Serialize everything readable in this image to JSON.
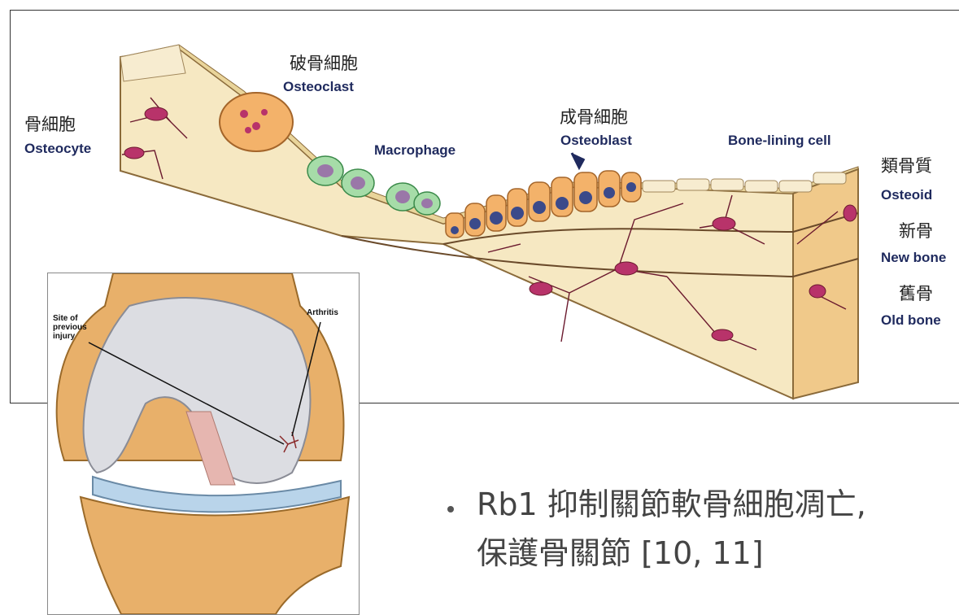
{
  "bone_diagram": {
    "osteocyte": {
      "zh": "骨細胞",
      "en": "Osteocyte"
    },
    "osteoclast": {
      "zh": "破骨細胞",
      "en": "Osteoclast"
    },
    "macrophage": {
      "en": "Macrophage"
    },
    "osteoblast": {
      "zh": "成骨細胞",
      "en": "Osteoblast"
    },
    "bone_lining": {
      "en": "Bone-lining cell"
    },
    "osteoid": {
      "zh": "類骨質",
      "en": "Osteoid"
    },
    "new_bone": {
      "zh": "新骨",
      "en": "New bone"
    },
    "old_bone": {
      "zh": "舊骨",
      "en": "Old bone"
    }
  },
  "knee_diagram": {
    "injury_label": "Site of previous injury",
    "arthritis_label": "Arthritis"
  },
  "bullet": {
    "line1": "Rb1 抑制關節軟骨細胞凋亡,",
    "line2": "保護骨關節 [10, 11]"
  },
  "colors": {
    "label_blue": "#1f2a5e",
    "bone": "#f3e3b6",
    "cell_pink": "#b8336a"
  }
}
